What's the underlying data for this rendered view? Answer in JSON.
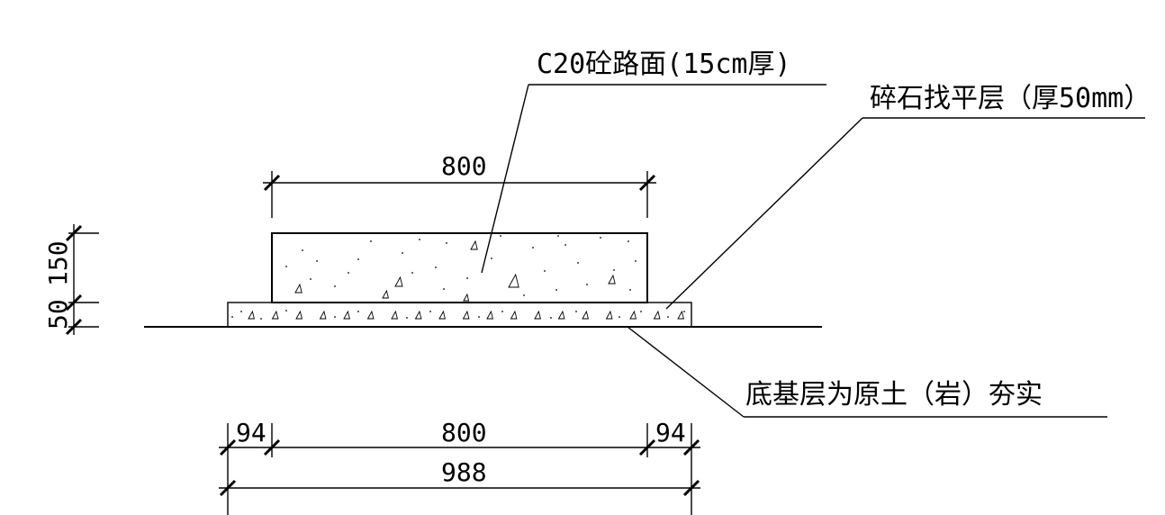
{
  "labels": {
    "surface": "C20砼路面(15cm厚)",
    "leveling": "碎石找平层（厚50mm）",
    "subgrade": "底基层为原土（岩）夯实"
  },
  "dimensions": {
    "top_width": "800",
    "bottom_left": "94",
    "bottom_mid": "800",
    "bottom_right": "94",
    "bottom_total": "988",
    "vert_top": "150",
    "vert_bottom": "50"
  },
  "colors": {
    "line": "#000000",
    "background": "#ffffff"
  }
}
